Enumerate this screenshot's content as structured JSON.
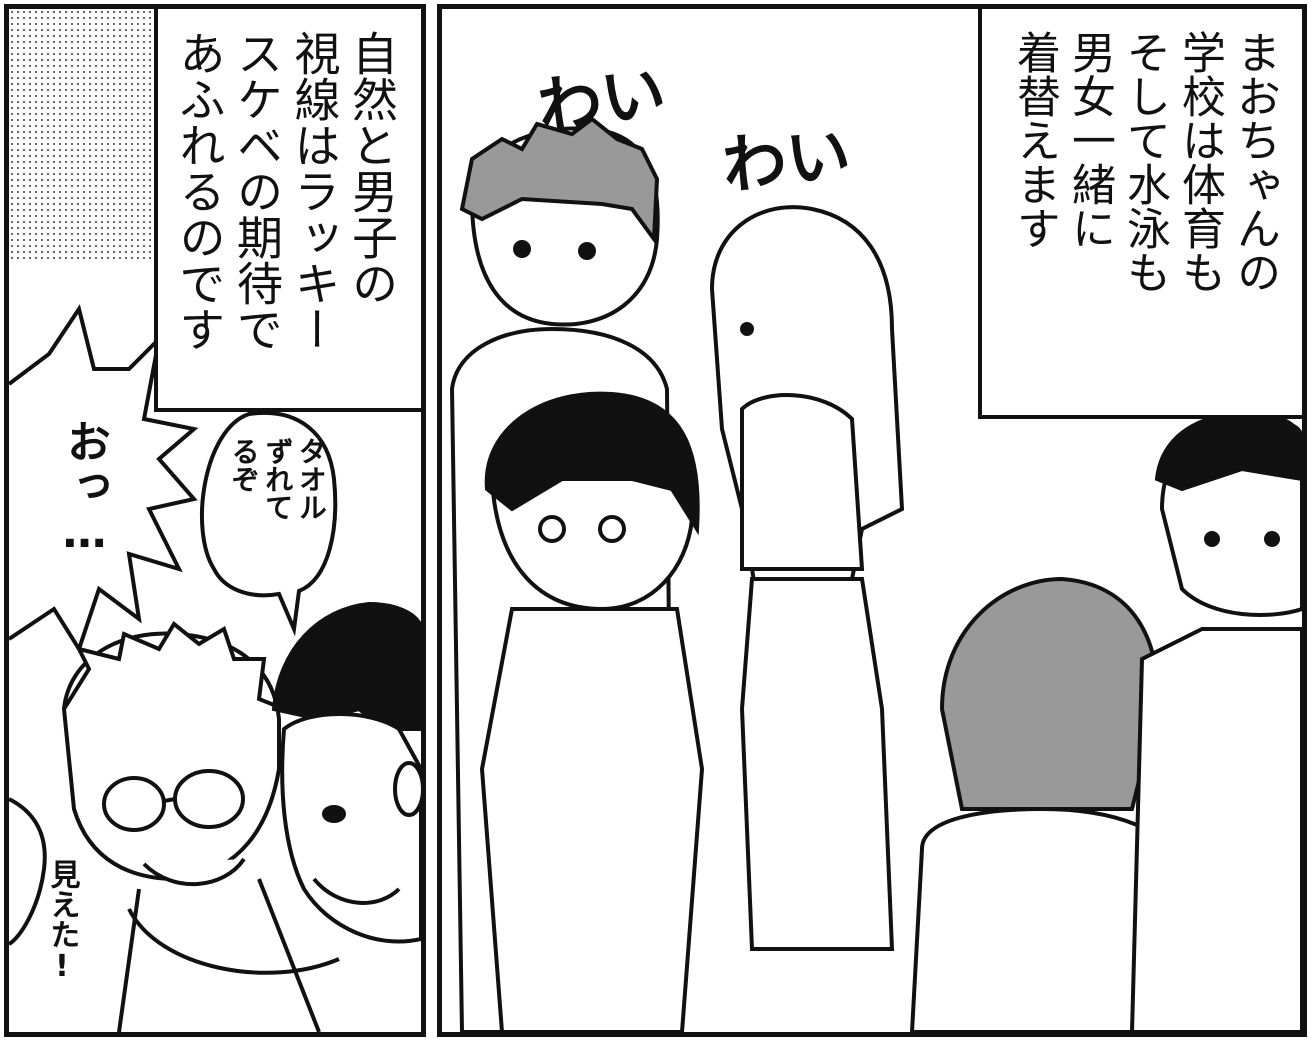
{
  "left_panel": {
    "caption": "自然と男子の\n視線はラッキー\nスケベの期待で\nあふれるのです",
    "shout": "おっ…",
    "speech_bubble": "タオル\nずれて\nるぞ",
    "aside": "見えた!"
  },
  "right_panel": {
    "caption": "まおちゃんの\n学校は体育も\nそして水泳も\n男女一緒に\n着替えます",
    "sfx_1": "わい",
    "sfx_2": "わい"
  },
  "colors": {
    "ink": "#111111",
    "paper": "#ffffff",
    "screentone": "#777777"
  }
}
